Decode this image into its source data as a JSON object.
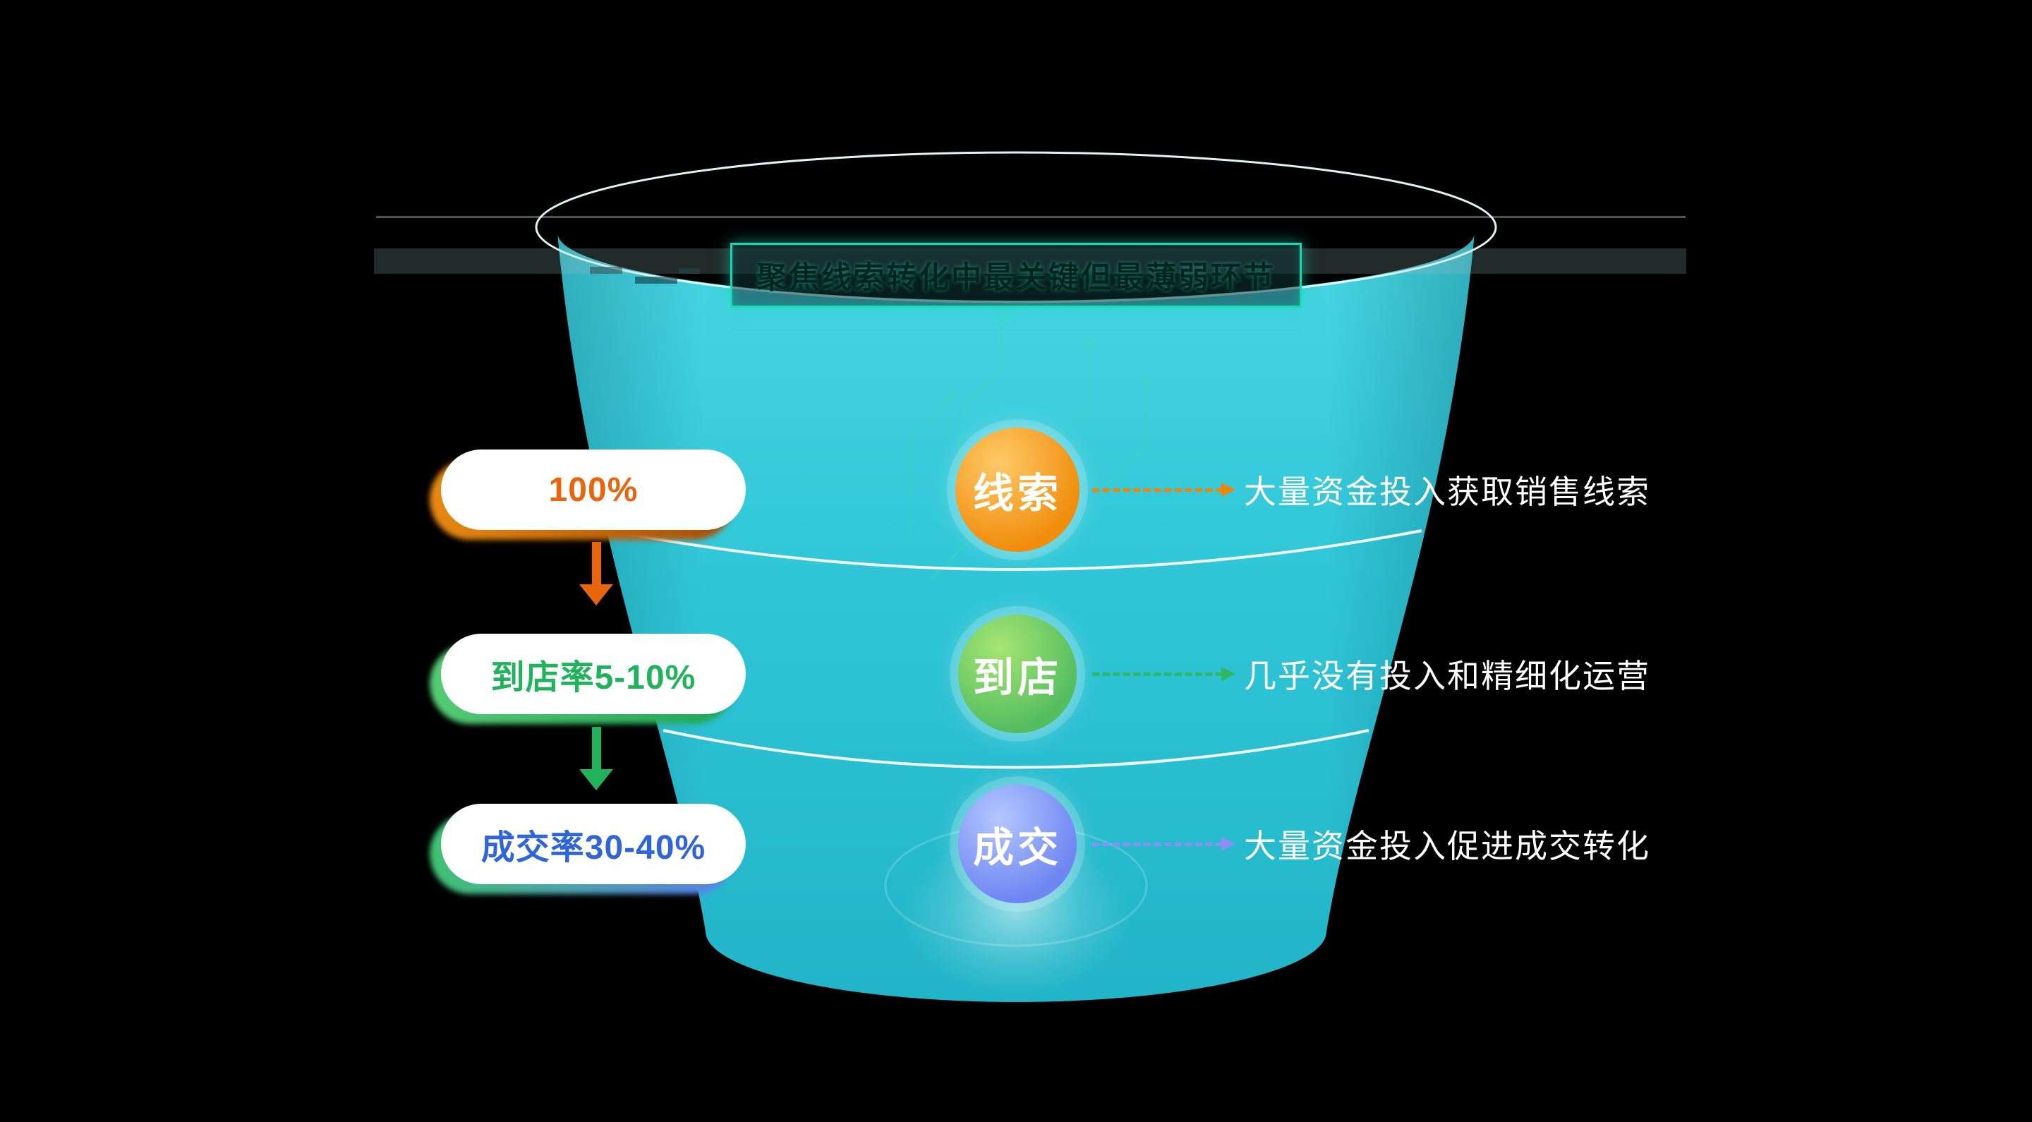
{
  "title": "聚焦线索转化中最关键但最薄弱环节",
  "stages": [
    {
      "id": "leads",
      "label": "线索",
      "rate": "100%",
      "note": "大量资金投入获取销售线索"
    },
    {
      "id": "visit",
      "label": "到店",
      "rate": "到店率5-10%",
      "note": "几乎没有投入和精细化运营"
    },
    {
      "id": "deal",
      "label": "成交",
      "rate": "成交率30-40%",
      "note": "大量资金投入促进成交转化"
    }
  ],
  "colors": {
    "background": "#000000",
    "funnel_body": "#2fc6d7",
    "rim_outline": "#ecfffe",
    "title_border": "#16dab5",
    "stage_leads": "#f5930f",
    "stage_visit": "#57c165",
    "stage_deal": "#7b90f5",
    "rate_leads_text": "#e8650d",
    "rate_visit_text": "#21b35c",
    "rate_deal_text": "#2f65d8",
    "note_arrow_leads": "#f08408",
    "note_arrow_visit": "#2eb865",
    "note_arrow_deal": "#8d8df6",
    "note_text": "#ffffff"
  }
}
